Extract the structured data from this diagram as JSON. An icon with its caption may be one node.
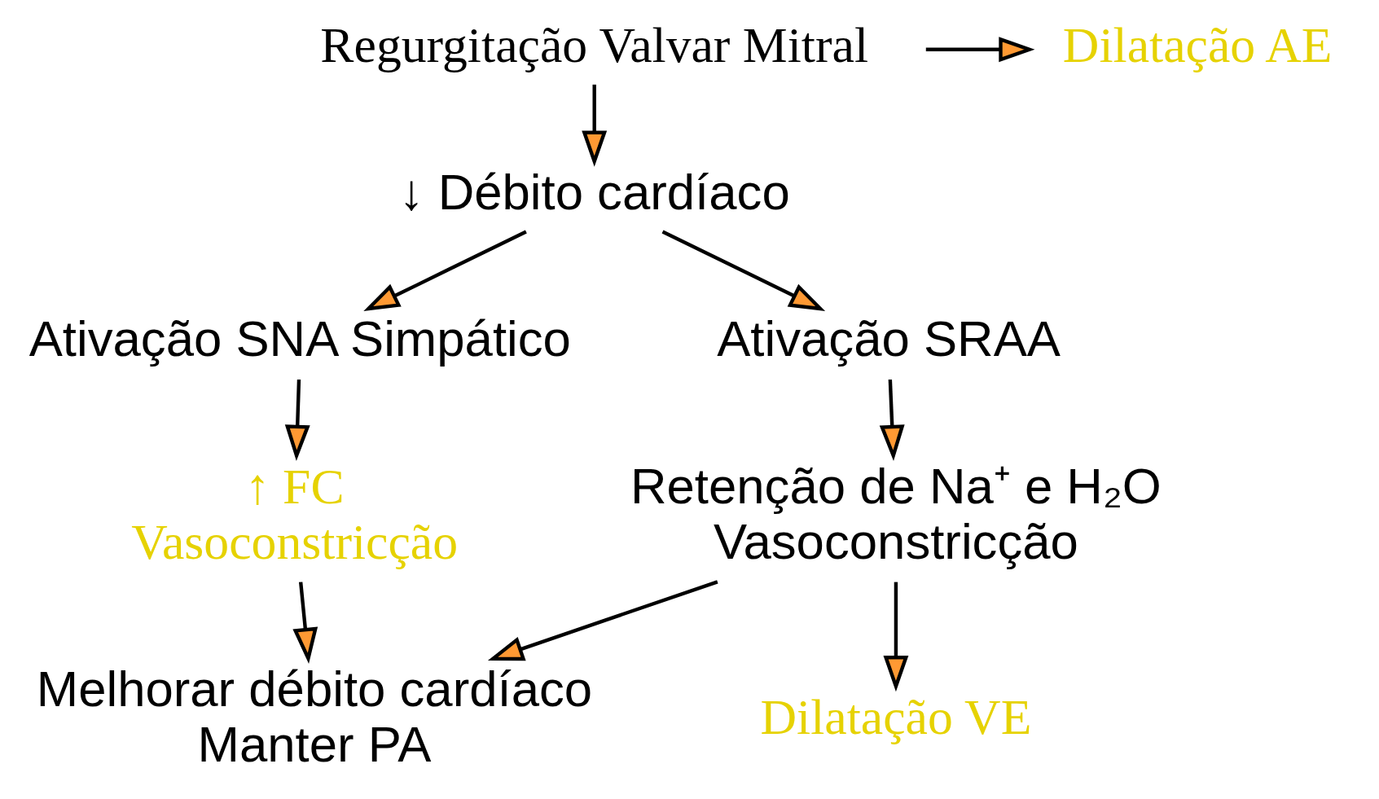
{
  "diagram": {
    "nodes": [
      {
        "text": [
          "Regurgitação Valvar Mitral"
        ]
      },
      {
        "text": [
          "Dilatação AE"
        ]
      },
      {
        "text": [
          "↓ Débito cardíaco"
        ]
      },
      {
        "text": [
          "Ativação SNA Simpático"
        ]
      },
      {
        "text": [
          "Ativação SRAA"
        ]
      },
      {
        "text": [
          "↑ FC",
          "Vasoconstricção"
        ]
      },
      {
        "text": [
          "Retenção de Na⁺ e H₂O",
          "Vasoconstricção"
        ]
      },
      {
        "text": [
          "Dilatação VE"
        ]
      },
      {
        "text": [
          "Melhorar débito cardíaco",
          "Manter PA"
        ]
      }
    ],
    "edges": [
      {
        "from": 0,
        "to": 1,
        "arrow": "to"
      },
      {
        "from": 0,
        "to": 2,
        "arrow": "to"
      },
      {
        "from": 2,
        "to": 3,
        "arrow": "to"
      },
      {
        "from": 2,
        "to": 4,
        "arrow": "to"
      },
      {
        "from": 3,
        "to": 5,
        "arrow": "to"
      },
      {
        "from": 4,
        "to": 6,
        "arrow": "to"
      },
      {
        "from": 5,
        "to": 8,
        "arrow": "to"
      },
      {
        "from": 6,
        "to": 8,
        "arrow": "to"
      },
      {
        "from": 6,
        "to": 7,
        "arrow": "to"
      }
    ]
  }
}
